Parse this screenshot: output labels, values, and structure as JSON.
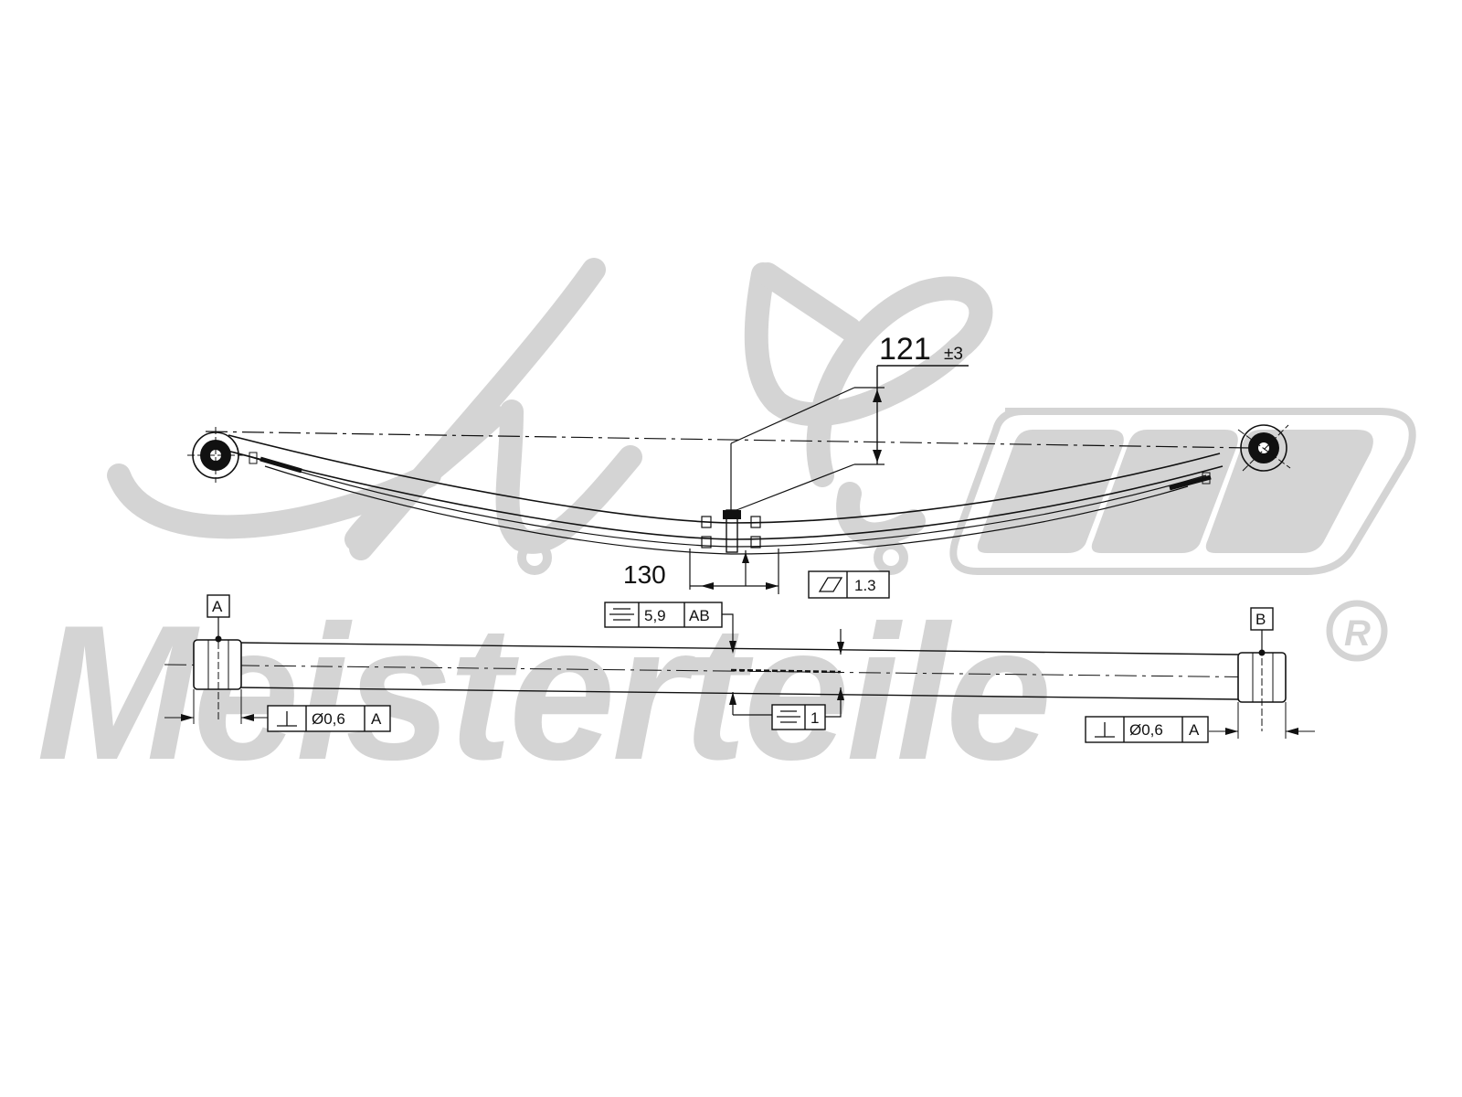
{
  "colors": {
    "ink": "#111111",
    "watermark": "#d4d4d4",
    "background": "#ffffff"
  },
  "watermark": {
    "brand_text": "Meisterteile",
    "registered_mark": "R",
    "monogram_icon": "am-monogram-icon"
  },
  "side_view": {
    "camber_dimension": {
      "value": "121",
      "tolerance": "±3"
    },
    "offset_dimension": {
      "value": "130"
    },
    "flatness_frame": {
      "symbol": "flatness-icon",
      "tolerance": "1.3"
    }
  },
  "top_view": {
    "datum_a": "A",
    "datum_b": "B",
    "symmetry_frame_top": {
      "symbol": "symmetry-icon",
      "tolerance": "5,9",
      "datum": "AB"
    },
    "symmetry_frame_center": {
      "symbol": "symmetry-icon",
      "tolerance": "1"
    },
    "perpendicularity_left": {
      "symbol": "perpendicularity-icon",
      "tolerance": "Ø0,6",
      "datum": "A"
    },
    "perpendicularity_right": {
      "symbol": "perpendicularity-icon",
      "tolerance": "Ø0,6",
      "datum": "A"
    }
  }
}
